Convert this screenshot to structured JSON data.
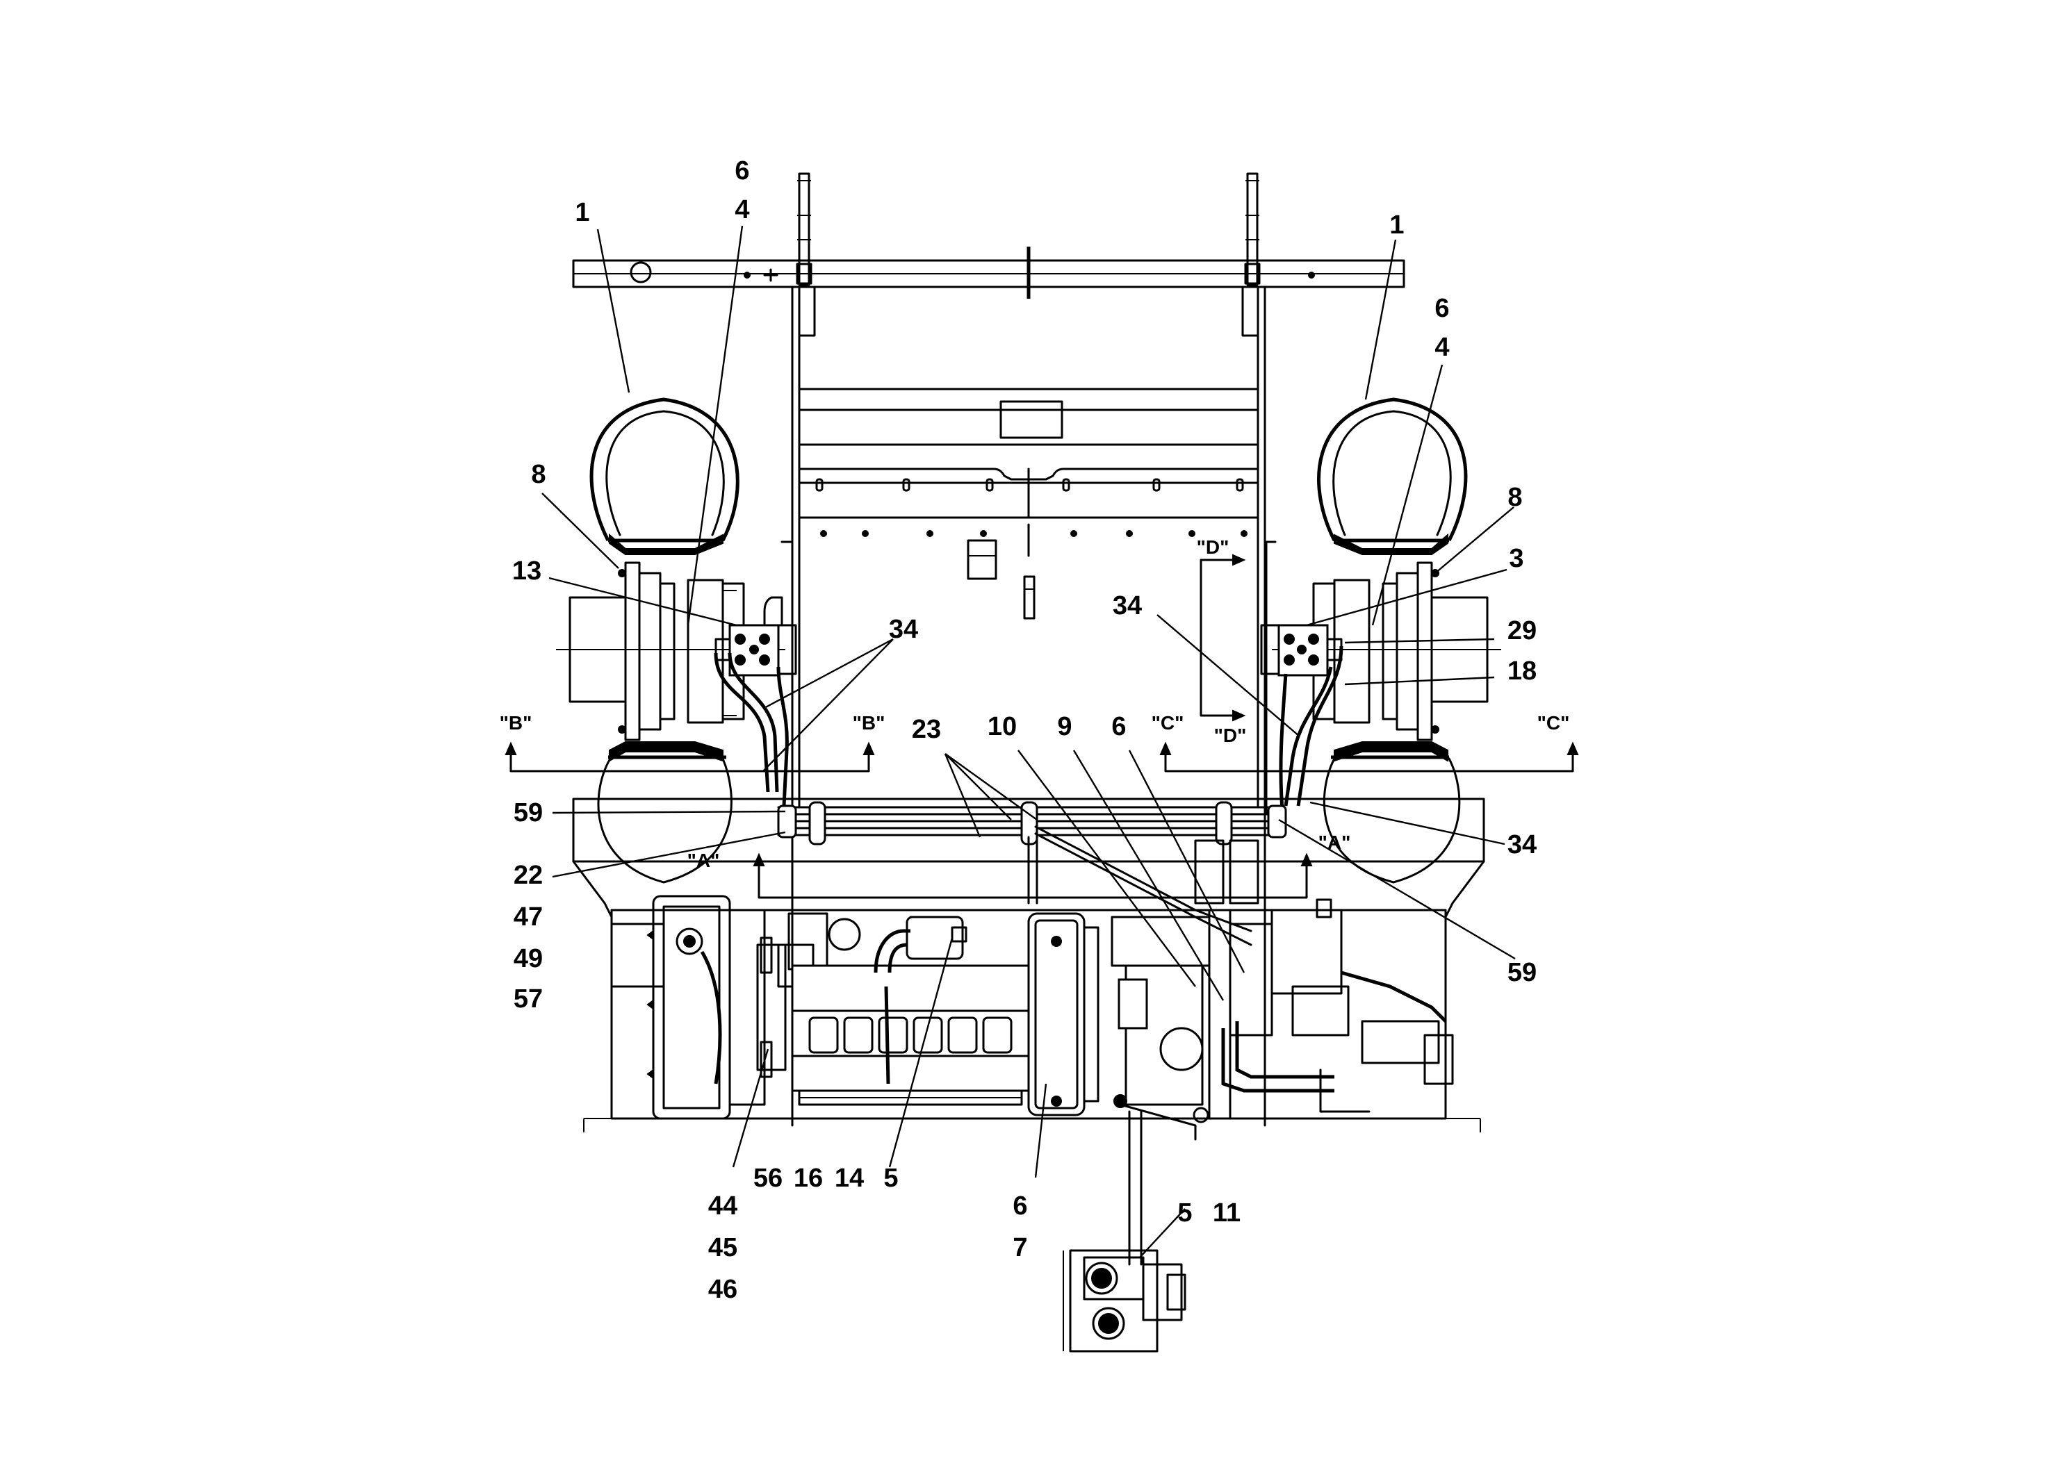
{
  "callouts": {
    "c_1_left": "1",
    "c_6_topleft": "6",
    "c_4_topleft": "4",
    "c_1_right": "1",
    "c_6_right": "6",
    "c_4_right": "4",
    "c_8_left": "8",
    "c_13": "13",
    "c_34_mid": "34",
    "c_8_right": "8",
    "c_3": "3",
    "c_34_right": "34",
    "c_29": "29",
    "c_18": "18",
    "c_23": "23",
    "c_10": "10",
    "c_9": "9",
    "c_6_center": "6",
    "c_59_left": "59",
    "c_22": "22",
    "c_47": "47",
    "c_49": "49",
    "c_57": "57",
    "c_34_lowright": "34",
    "c_59_right": "59",
    "c_44": "44",
    "c_45": "45",
    "c_46": "46",
    "c_56": "56",
    "c_16": "16",
    "c_14": "14",
    "c_5_bottom": "5",
    "c_6_bottom": "6",
    "c_7": "7",
    "c_5_inset": "5",
    "c_11": "11"
  },
  "sections": {
    "b_left": "\"B\"",
    "b_right": "\"B\"",
    "c_left": "\"C\"",
    "c_right": "\"C\"",
    "d_top": "\"D\"",
    "d_bottom": "\"D\"",
    "a_left": "\"A\"",
    "a_right": "\"A\""
  }
}
